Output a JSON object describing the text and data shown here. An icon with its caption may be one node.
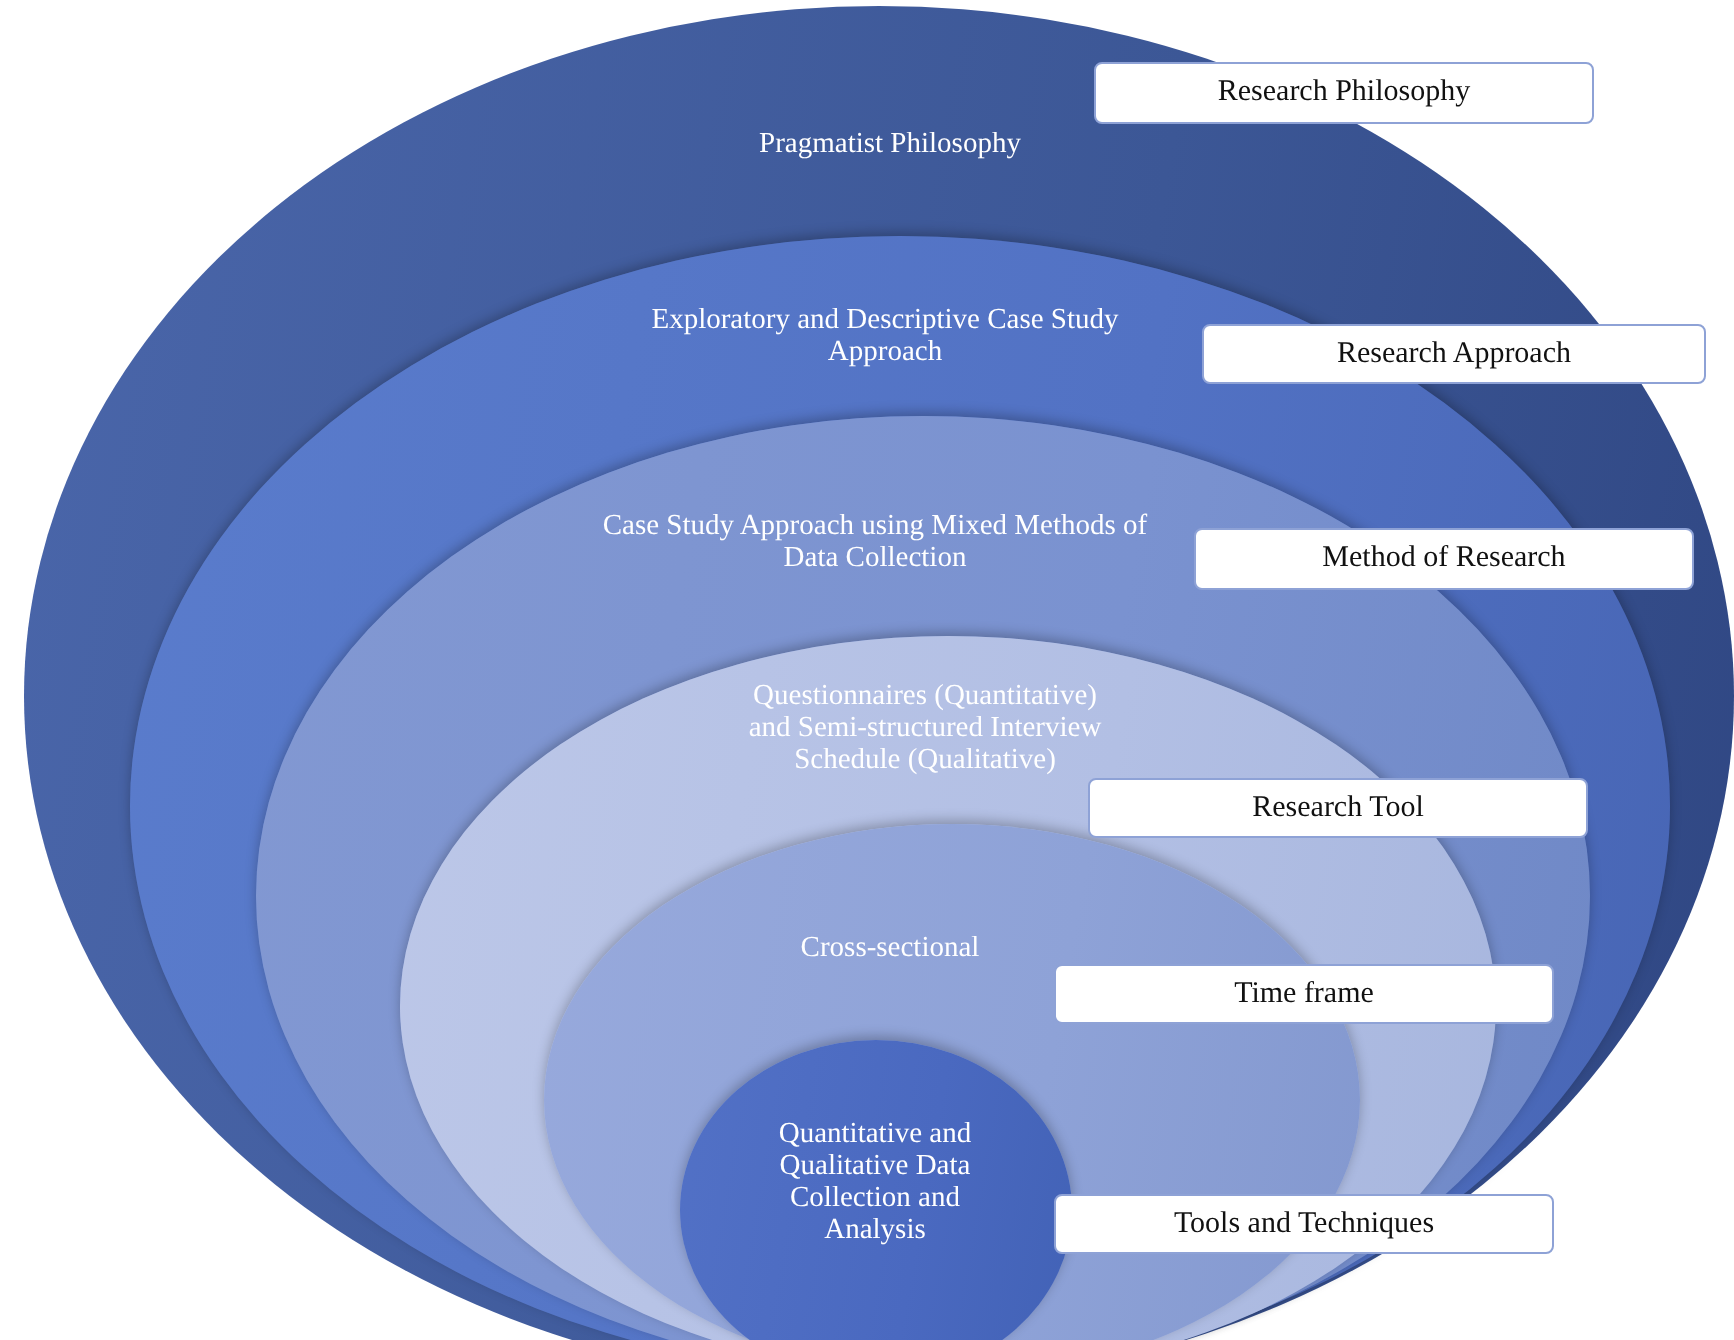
{
  "diagram": {
    "nodes": [
      {
        "text": [
          "Pragmatist Philosophy"
        ]
      },
      {
        "text": [
          "Exploratory and Descriptive Case Study Approach"
        ],
        "in": 0
      },
      {
        "text": [
          "Case Study Approach using Mixed Methods of Data Collection"
        ],
        "in": 1
      },
      {
        "text": [
          "Questionnaires (Quantitative) and Semi-structured Interview Schedule (Qualitative)"
        ],
        "in": 2
      },
      {
        "text": [
          "Cross-sectional"
        ],
        "in": 3
      },
      {
        "text": [
          "Quantitative and Qualitative Data Collection and Analysis"
        ],
        "in": 4
      },
      {
        "text": [
          "Research Philosophy"
        ],
        "in": 0
      },
      {
        "text": [
          "Research Approach"
        ],
        "in": 0
      },
      {
        "text": [
          "Method of Research"
        ],
        "in": 1
      },
      {
        "text": [
          "Research Tool"
        ],
        "in": 2
      },
      {
        "text": [
          "Time frame"
        ],
        "in": 2
      },
      {
        "text": [
          "Tools and Techniques"
        ],
        "in": 2
      }
    ]
  }
}
